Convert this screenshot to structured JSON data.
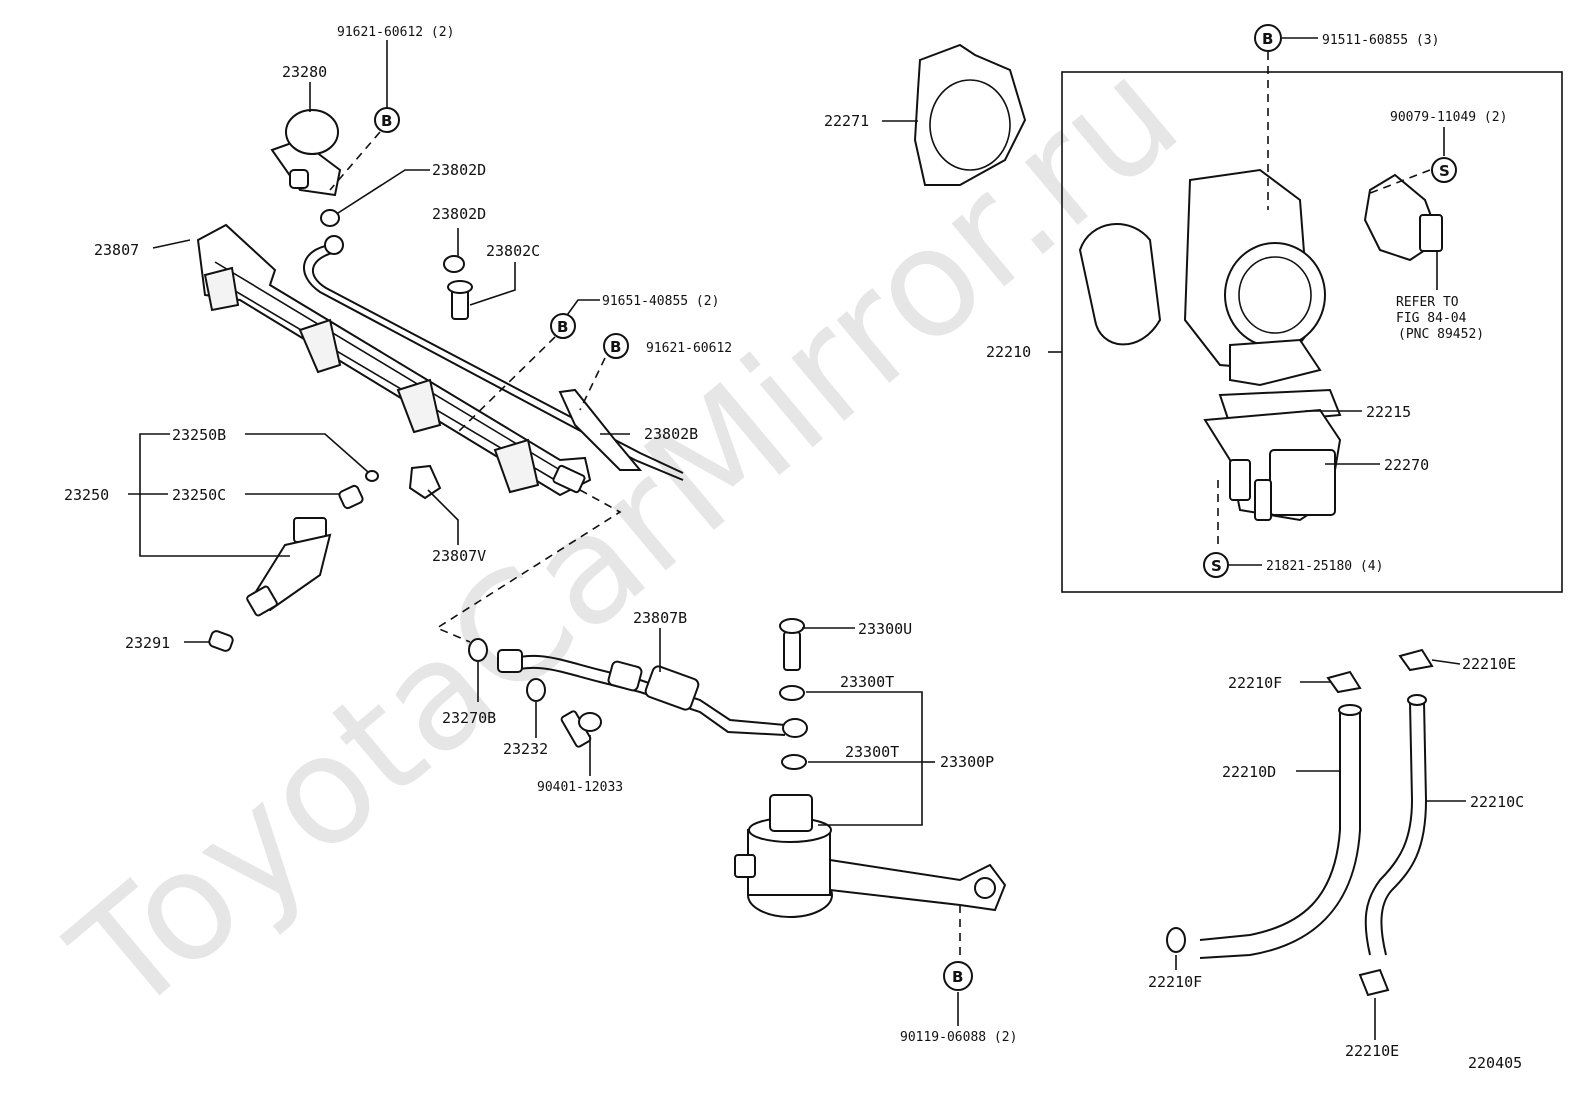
{
  "watermark": "ToyotaCarMirror.ru",
  "figure_number": "220405",
  "labels": {
    "p91621_60612_top": "91621-60612 (2)",
    "p23280": "23280",
    "p23802D_a": "23802D",
    "p23802D_b": "23802D",
    "p23802C": "23802C",
    "p23807": "23807",
    "p91651_40855": "91651-40855 (2)",
    "p91621_60612_mid": "91621-60612",
    "p23802B": "23802B",
    "p23250B": "23250B",
    "p23250": "23250",
    "p23250C": "23250C",
    "p23807V": "23807V",
    "p23291": "23291",
    "p23807B": "23807B",
    "p23300U": "23300U",
    "p23300T_a": "23300T",
    "p23300T_b": "23300T",
    "p23300P": "23300P",
    "p23270B": "23270B",
    "p23232": "23232",
    "p90401_12033": "90401-12033",
    "p90119_06088": "90119-06088 (2)",
    "p22271": "22271",
    "p91511_60855": "91511-60855 (3)",
    "p90079_11049": "90079-11049 (2)",
    "refer_line1": "REFER TO",
    "refer_line2": "FIG 84-04",
    "refer_line3": "(PNC 89452)",
    "p22210": "22210",
    "p22215": "22215",
    "p22270": "22270",
    "p21821_25180": "21821-25180 (4)",
    "p22210F_a": "22210F",
    "p22210E_a": "22210E",
    "p22210D": "22210D",
    "p22210C": "22210C",
    "p22210F_b": "22210F",
    "p22210E_b": "22210E"
  },
  "callouts": {
    "b": "B",
    "s": "S"
  }
}
